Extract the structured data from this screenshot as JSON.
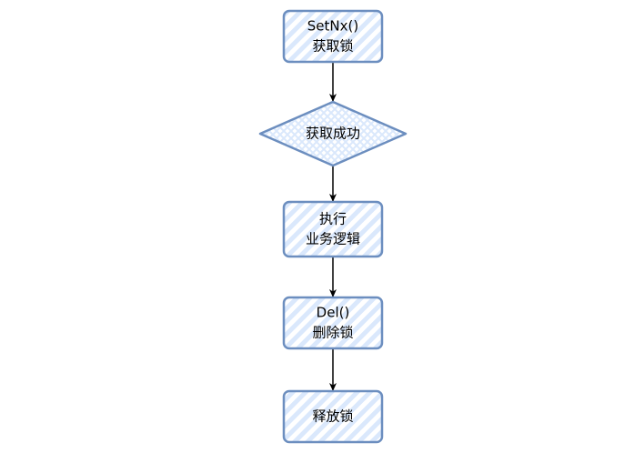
{
  "flowchart": {
    "nodes": [
      {
        "id": "setnx",
        "shape": "rect",
        "lines": [
          "SetNx()",
          "获取锁"
        ]
      },
      {
        "id": "acquired",
        "shape": "diamond",
        "lines": [
          "获取成功"
        ]
      },
      {
        "id": "business",
        "shape": "rect",
        "lines": [
          "执行",
          "业务逻辑"
        ]
      },
      {
        "id": "del",
        "shape": "rect",
        "lines": [
          "Del()",
          "删除锁"
        ]
      },
      {
        "id": "release",
        "shape": "rect",
        "lines": [
          "释放锁"
        ]
      }
    ],
    "edges": [
      {
        "from": "setnx",
        "to": "acquired"
      },
      {
        "from": "acquired",
        "to": "business"
      },
      {
        "from": "business",
        "to": "del"
      },
      {
        "from": "del",
        "to": "release"
      }
    ]
  },
  "colors": {
    "node_border": "#6c8ebf",
    "node_hatch": "#dae8fc",
    "edge": "#000000",
    "text": "#000000"
  }
}
